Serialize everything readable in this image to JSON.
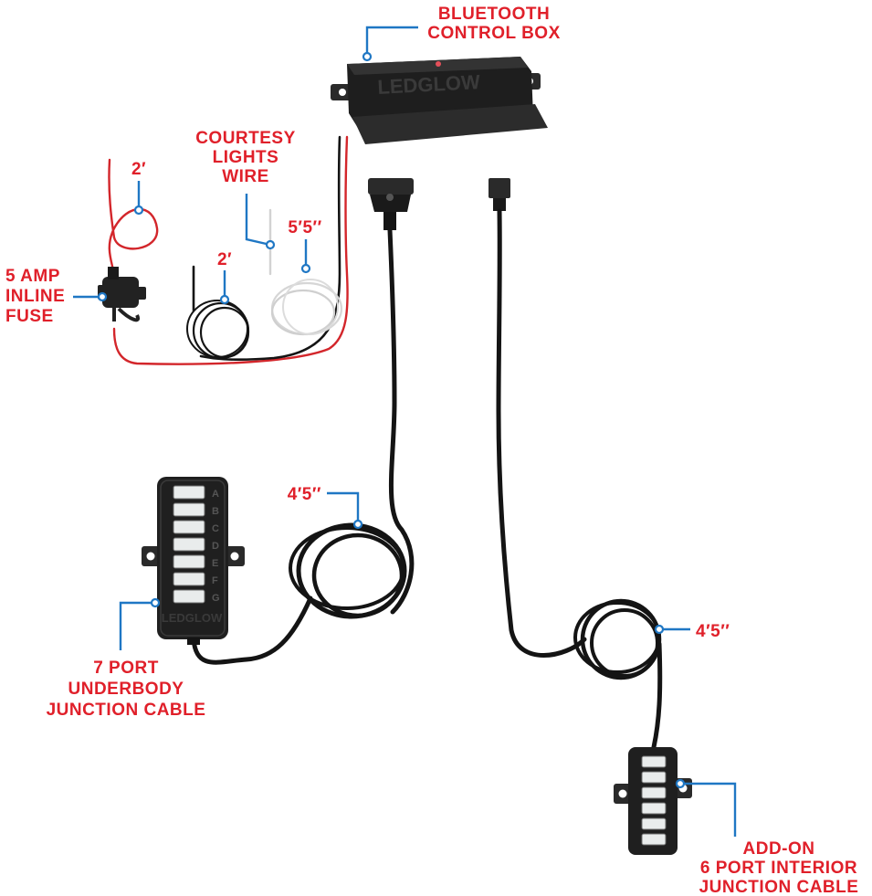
{
  "labels": {
    "bluetooth_box_line1": "BLUETOOTH",
    "bluetooth_box_line2": "CONTROL BOX",
    "courtesy_line1": "COURTESY",
    "courtesy_line2": "LIGHTS",
    "courtesy_line3": "WIRE",
    "fuse_line1": "5 AMP",
    "fuse_line2": "INLINE",
    "fuse_line3": "FUSE",
    "red_wire_length": "2′",
    "black_wire_length": "2′",
    "courtesy_wire_length": "5′5′′",
    "underbody_cable_length": "4′5′′",
    "interior_cable_length": "4′5′′",
    "underbody_line1": "7 PORT",
    "underbody_line2": "UNDERBODY",
    "underbody_line3": "JUNCTION CABLE",
    "addon_line1": "ADD-ON",
    "addon_line2": "6 PORT INTERIOR",
    "addon_line3": "JUNCTION CABLE"
  },
  "brand": {
    "control_box": "LEDGLOW",
    "junction_box": "LEDGLOW"
  },
  "port_letters": [
    "A",
    "B",
    "C",
    "D",
    "E",
    "F",
    "G"
  ],
  "colors": {
    "label_red": "#e0202a",
    "callout_blue": "#1f77c4",
    "cable_black": "#141414",
    "wire_red": "#d3262b"
  }
}
